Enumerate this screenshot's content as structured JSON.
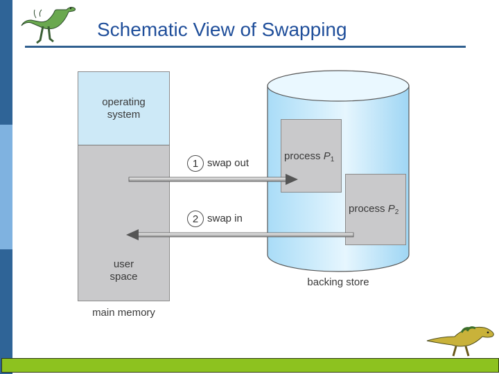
{
  "slide": {
    "title": "Schematic View of Swapping"
  },
  "diagram": {
    "main_memory": {
      "os_label_line1": "operating",
      "os_label_line2": "system",
      "user_label_line1": "user",
      "user_label_line2": "space",
      "caption": "main memory"
    },
    "backing_store": {
      "caption": "backing store"
    },
    "processes": [
      {
        "label": "process",
        "italic": "P",
        "subscript": "1"
      },
      {
        "label": "process",
        "italic": "P",
        "subscript": "2"
      }
    ],
    "steps": [
      {
        "number": "1",
        "label": "swap out"
      },
      {
        "number": "2",
        "label": "swap in"
      }
    ]
  },
  "colors": {
    "title": "#1f4e9a",
    "title_rule": "#2f5f8f",
    "os_region": "#cde9f7",
    "process_fill": "#c9c9cb",
    "backing_store_fill": "#bfe6fa",
    "footer": "#8dc21f",
    "sidebar": "#2f6497"
  },
  "icons": {
    "header_decoration": "dinosaur-icon",
    "footer_decoration": "dinosaur-icon"
  }
}
